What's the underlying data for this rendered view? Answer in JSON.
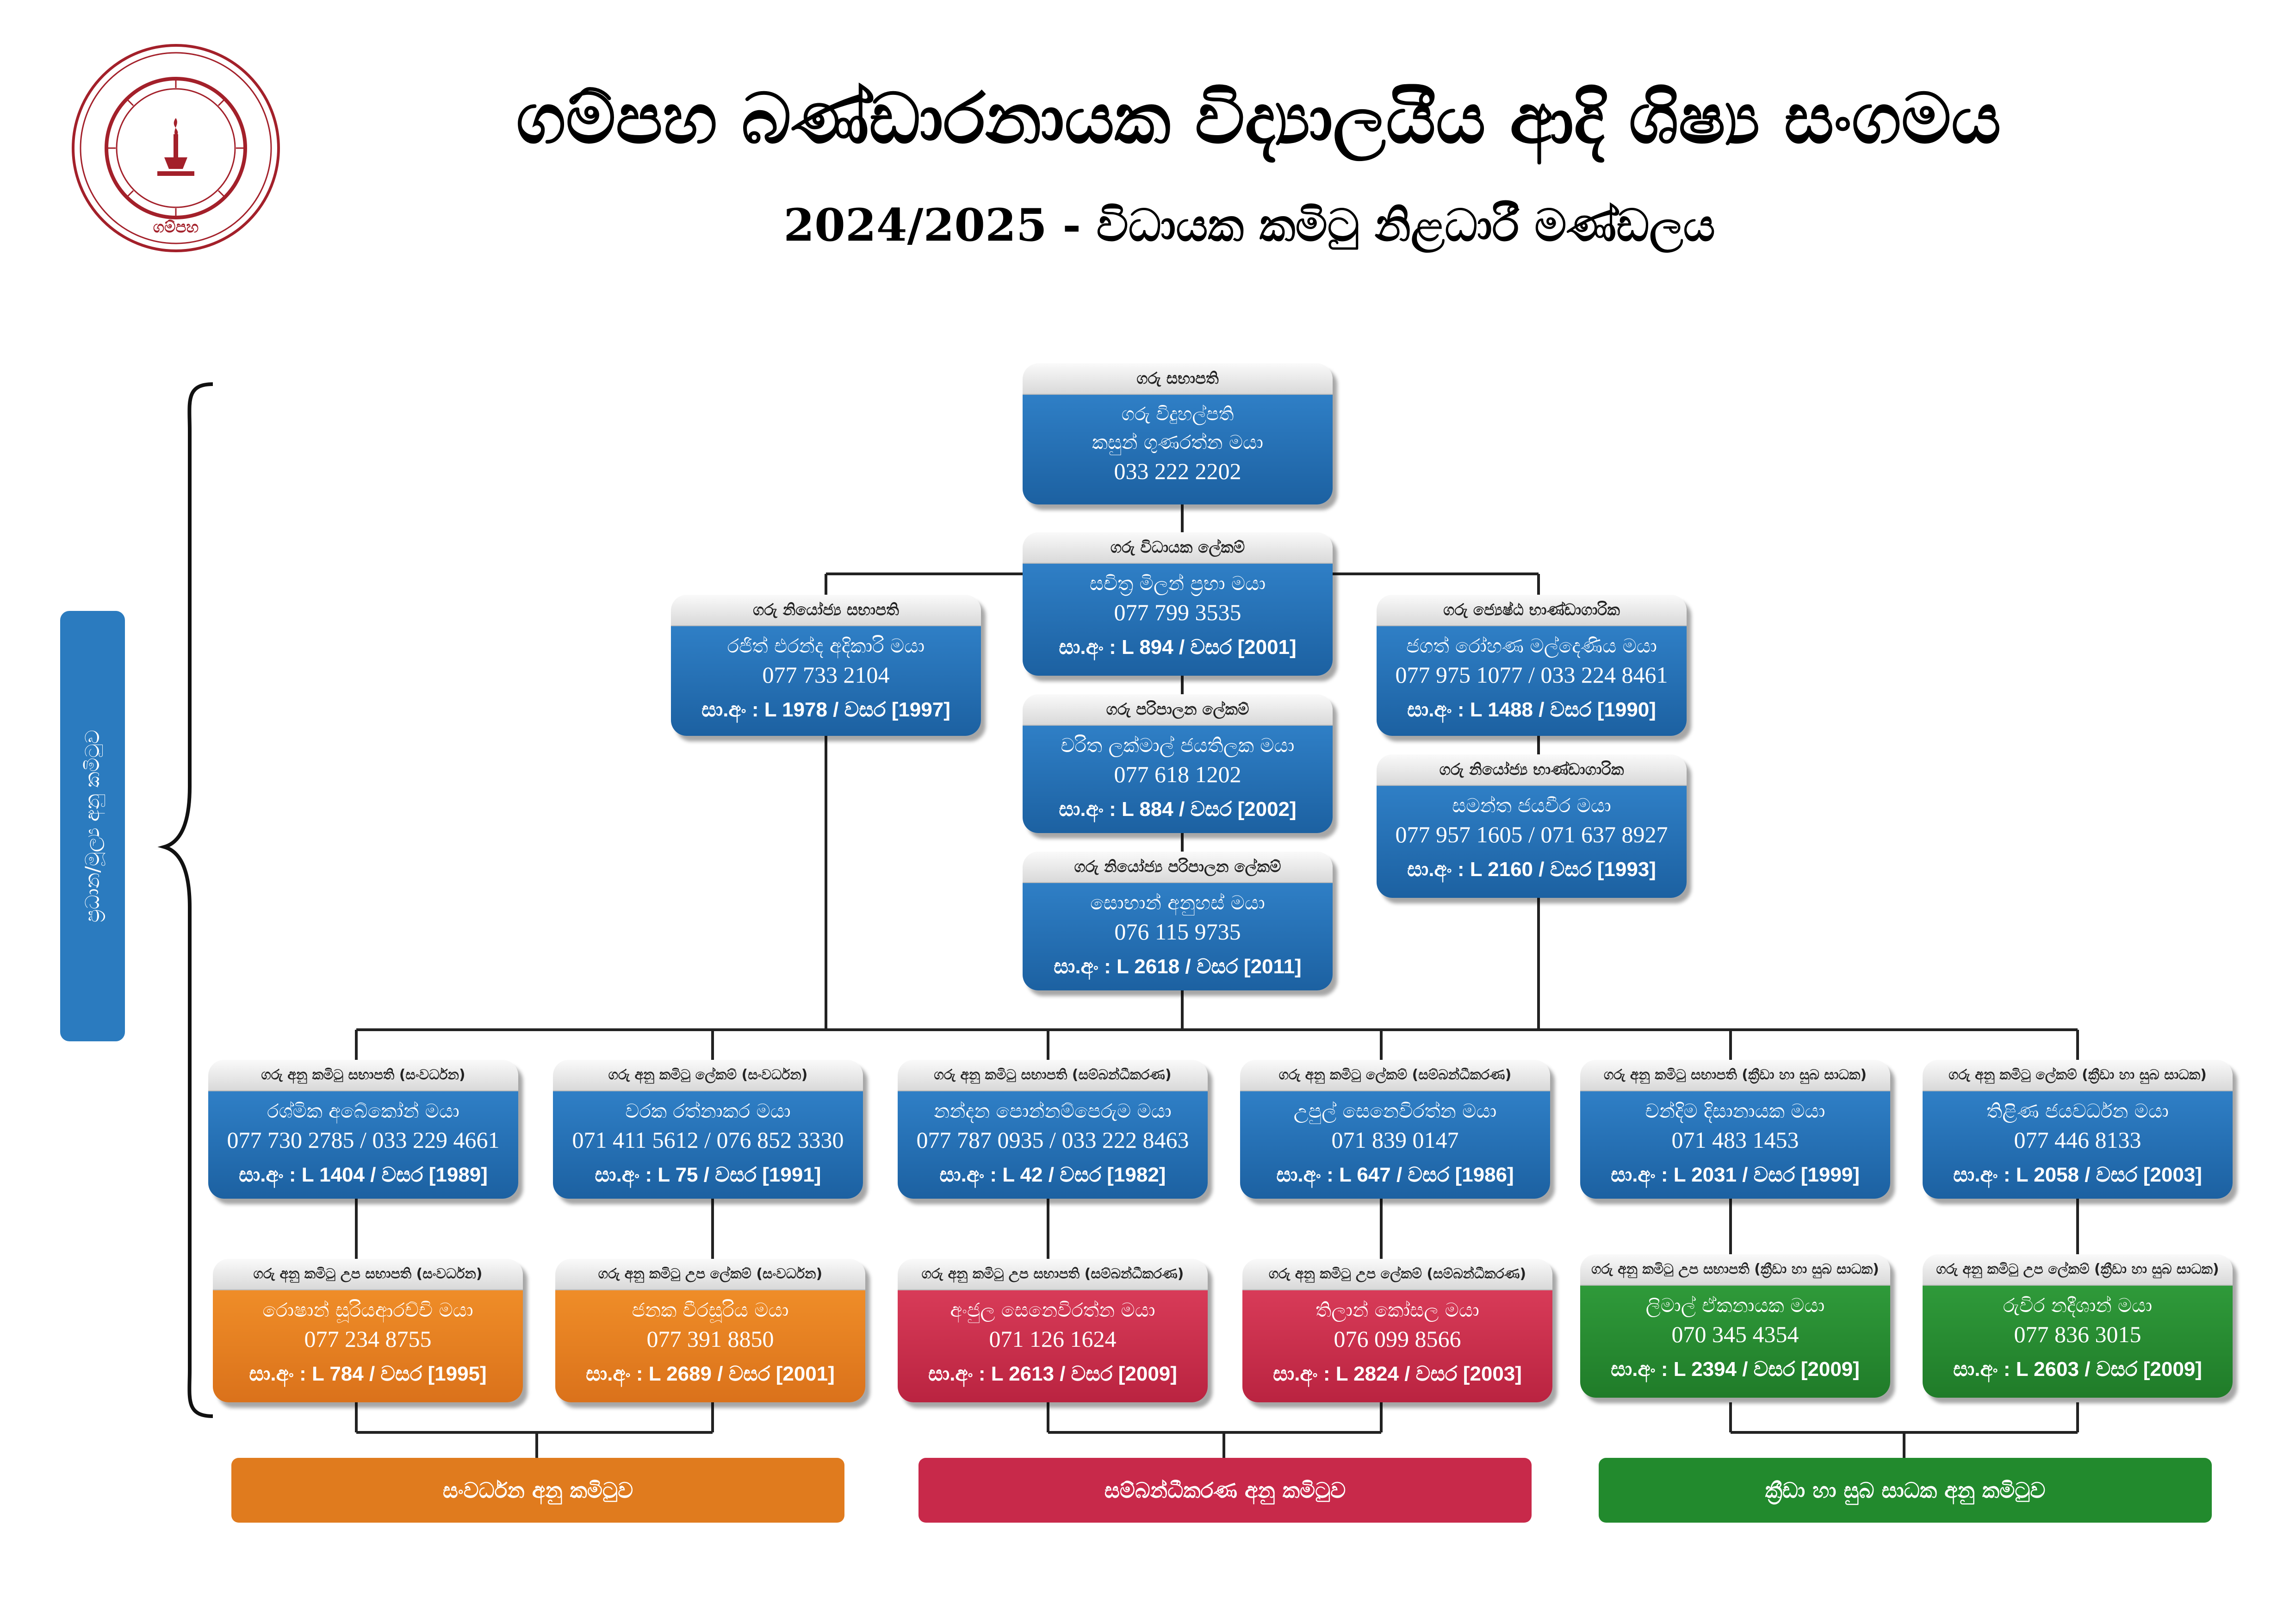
{
  "header": {
    "title": "ගම්පහ බණ්ඩාරනායක විද්‍යාලයීය ආදි ශිෂ්‍ය සංගමය",
    "subtitle": "2024/2025 - විධායක කමිටු නිළධාරී මණ්ඩලය",
    "logo_text": "ගම්පහ"
  },
  "side_label": "ප්‍රධාන/මූල්‍ය අනු කමිටුව",
  "cards": {
    "president": {
      "title": "ගරු සභාපති",
      "role": "ගරු විදුහල්පති",
      "name": "කසුන් ගුණරත්න මයා",
      "phone": "033 222 2202"
    },
    "exec_secretary": {
      "title": "ගරු විධායක ලේකම්",
      "name": "සචිත්‍ර මිලන් ප්‍රභා මයා",
      "phone": "077 799 3535",
      "reg": "සා.අං : L 894 / වසර [2001]"
    },
    "vice_president": {
      "title": "ගරු නියෝජ්‍ය සභාපති",
      "name": "රජිත් එරන්ද අදිකාරි මයා",
      "phone": "077 733 2104",
      "reg": "සා.අං : L 1978 / වසර [1997]"
    },
    "senior_treasurer": {
      "title": "ගරු ජ්‍යෙෂ්ඨ භාණ්ඩාගාරික",
      "name": "ජගත් රෝහණ මල්දෙණිය මයා",
      "phone": "077 975 1077 / 033 224 8461",
      "reg": "සා.අං : L 1488 / වසර [1990]"
    },
    "admin_secretary": {
      "title": "ගරු පරිපාලන ලේකම්",
      "name": "චරිත ලක්මාල් ජයතිලක මයා",
      "phone": "077 618 1202",
      "reg": "සා.අං : L 884 / වසර [2002]"
    },
    "deputy_treasurer": {
      "title": "ගරු නියෝජ්‍ය භාණ්ඩාගාරික",
      "name": "සමන්ත ජයවීර මයා",
      "phone": "077 957 1605 / 071 637 8927",
      "reg": "සා.අං : L 2160 / වසර [1993]"
    },
    "deputy_admin_secretary": {
      "title": "ගරු නියෝජ්‍ය පරිපාලන ලේකම්",
      "name": "සොභාන් අනුහස් මයා",
      "phone": "076 115 9735",
      "reg": "සා.අං : L 2618 / වසර [2011]"
    },
    "sub1": {
      "title": "ගරු අනු කමිටු සභාපති (සංවර්ධන)",
      "name": "රශ්මික අබේකෝන් මයා",
      "phone": "077 730 2785 / 033 229 4661",
      "reg": "සා.අං : L 1404 / වසර [1989]"
    },
    "sub2": {
      "title": "ගරු අනු කමිටු ලේකම් (සංවර්ධන)",
      "name": "වරක රත්නාකර මයා",
      "phone": "071 411 5612 / 076 852 3330",
      "reg": "සා.අං : L 75 / වසර [1991]"
    },
    "sub3": {
      "title": "ගරු අනු කමිටු සභාපති (සම්බන්ධීකරණ)",
      "name": "නන්දන පොන්නම්පෙරුම මයා",
      "phone": "077 787 0935 / 033 222 8463",
      "reg": "සා.අං : L 42 / වසර [1982]"
    },
    "sub4": {
      "title": "ගරු අනු කමිටු ලේකම් (සම්බන්ධීකරණ)",
      "name": "උපුල් සෙනෙවිරත්න මයා",
      "phone": "071 839 0147",
      "reg": "සා.අං : L 647 / වසර [1986]"
    },
    "sub5": {
      "title": "ගරු අනු කමිටු සභාපති (ක්‍රීඩා හා සුබ සාධක)",
      "name": "චන්දිම දිසානායක මයා",
      "phone": "071 483 1453",
      "reg": "සා.අං : L 2031 / වසර [1999]"
    },
    "sub6": {
      "title": "ගරු අනු කමිටු ලේකම් (ක්‍රීඩා හා සුබ සාධක)",
      "name": "තිළිණ ජයවර්ධන මයා",
      "phone": "077 446 8133",
      "reg": "සා.අං : L 2058 / වසර [2003]"
    },
    "vsub1": {
      "title": "ගරු අනු කමිටු උප සභාපති (සංවර්ධන)",
      "name": "රොෂාන් සූරියආරච්චි මයා",
      "phone": "077 234 8755",
      "reg": "සා.අං : L 784 / වසර [1995]"
    },
    "vsub2": {
      "title": "ගරු අනු කමිටු උප ලේකම් (සංවර්ධන)",
      "name": "ජනක වීරසූරිය මයා",
      "phone": "077 391 8850",
      "reg": "සා.අං : L 2689 / වසර [2001]"
    },
    "vsub3": {
      "title": "ගරු අනු කමිටු උප සභාපති (සම්බන්ධීකරණ)",
      "name": "අංජුල සෙනෙවිරත්න මයා",
      "phone": "071 126 1624",
      "reg": "සා.අං : L 2613 / වසර [2009]"
    },
    "vsub4": {
      "title": "ගරු අනු කමිටු උප ලේකම් (සම්බන්ධීකරණ)",
      "name": "තිලාන් කෝසල මයා",
      "phone": "076 099 8566",
      "reg": "සා.අං : L 2824 / වසර [2003]"
    },
    "vsub5": {
      "title": "ගරු අනු කමිටු උප සභාපති (ක්‍රීඩා හා සුබ සාධක)",
      "name": "ලිමාල් ඒකනායක මයා",
      "phone": "070 345 4354",
      "reg": "සා.අං : L 2394 / වසර [2009]"
    },
    "vsub6": {
      "title": "ගරු අනු කමිටු උප ලේකම් (ක්‍රීඩා හා සුබ සාධක)",
      "name": "රුවිර නදීශාන් මයා",
      "phone": "077 836 3015",
      "reg": "සා.අං : L 2603 / වසර [2009]"
    }
  },
  "footers": {
    "development": "සංවර්ධන අනු කමිටුව",
    "coordination": "සම්බන්ධීකරණ අනු කමිටුව",
    "sports": "ක්‍රීඩා හා සුබ සාධක අනු කමිටුව"
  },
  "colors": {
    "blue": "#2b7bbf",
    "orange": "#e07b1e",
    "red": "#c8294a",
    "green": "#228a2d",
    "logo": "#a3202a"
  }
}
